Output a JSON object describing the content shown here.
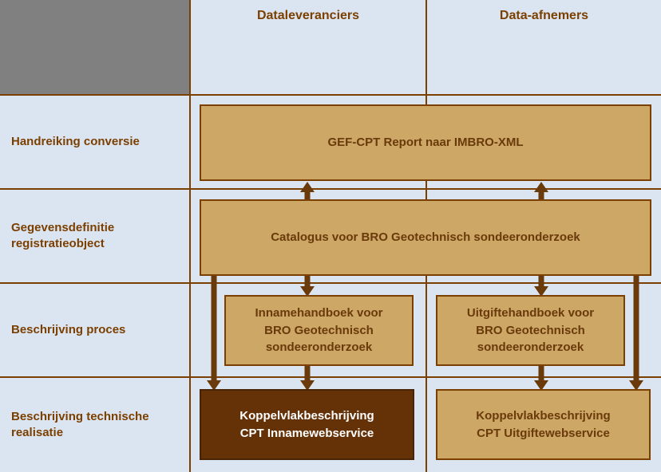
{
  "diagram": {
    "title_visible": false,
    "colors": {
      "cell_background": "#dbe5f1",
      "corner_background": "#808080",
      "grid_line": "#7b3f00",
      "box_fill": "#cca765",
      "box_border": "#7b3f00",
      "box_text": "#6a3a0b",
      "highlight_box_fill": "#653208",
      "highlight_box_text": "#ffffff",
      "arrow": "#6a3a0b"
    },
    "columns": [
      {
        "id": "rowlabel",
        "label": ""
      },
      {
        "id": "dataleveranciers",
        "label": "Dataleveranciers"
      },
      {
        "id": "data-afnemers",
        "label": "Data-afnemers"
      }
    ],
    "rows": [
      {
        "id": "header",
        "label": ""
      },
      {
        "id": "handreiking-conversie",
        "label": "Handreiking conversie"
      },
      {
        "id": "gegevensdefinitie",
        "label": "Gegevensdefinitie registratieobject"
      },
      {
        "id": "beschrijving-proces",
        "label": "Beschrijving proces"
      },
      {
        "id": "beschrijving-technische-realisatie",
        "label": "Beschrijving technische realisatie"
      }
    ],
    "boxes": [
      {
        "id": "gef-cpt-report",
        "label": "GEF-CPT Report naar IMBRO-XML",
        "row": "handreiking-conversie",
        "spans_columns": [
          "dataleveranciers",
          "data-afnemers"
        ],
        "highlighted": false
      },
      {
        "id": "catalogus-bro",
        "label": "Catalogus voor BRO Geotechnisch sondeeronderzoek",
        "row": "gegevensdefinitie",
        "spans_columns": [
          "dataleveranciers",
          "data-afnemers"
        ],
        "highlighted": false
      },
      {
        "id": "innamehandboek",
        "label": "Innamehandboek voor\nBRO Geotechnisch\nsondeeronderzoek",
        "row": "beschrijving-proces",
        "spans_columns": [
          "dataleveranciers"
        ],
        "highlighted": false
      },
      {
        "id": "uitgiftehandboek",
        "label": "Uitgiftehandboek voor\nBRO Geotechnisch\nsondeeronderzoek",
        "row": "beschrijving-proces",
        "spans_columns": [
          "data-afnemers"
        ],
        "highlighted": false
      },
      {
        "id": "koppelvlak-inname",
        "label": "Koppelvlakbeschrijving\nCPT Innamewebservice",
        "row": "beschrijving-technische-realisatie",
        "spans_columns": [
          "dataleveranciers"
        ],
        "highlighted": true
      },
      {
        "id": "koppelvlak-uitgifte",
        "label": "Koppelvlakbeschrijving\nCPT Uitgiftewebservice",
        "row": "beschrijving-technische-realisatie",
        "spans_columns": [
          "data-afnemers"
        ],
        "highlighted": false
      }
    ],
    "connectors": [
      {
        "id": "catalogus-to-gefcpt-left",
        "from": "catalogus-bro",
        "to": "gef-cpt-report",
        "direction": "up"
      },
      {
        "id": "catalogus-to-gefcpt-right",
        "from": "catalogus-bro",
        "to": "gef-cpt-report",
        "direction": "up"
      },
      {
        "id": "catalogus-to-innamehandboek",
        "from": "catalogus-bro",
        "to": "innamehandboek",
        "direction": "down"
      },
      {
        "id": "catalogus-to-uitgiftehandboek",
        "from": "catalogus-bro",
        "to": "uitgiftehandboek",
        "direction": "down"
      },
      {
        "id": "catalogus-to-koppelvlak-inname",
        "from": "catalogus-bro",
        "to": "koppelvlak-inname",
        "direction": "down"
      },
      {
        "id": "catalogus-to-koppelvlak-uitgifte",
        "from": "catalogus-bro",
        "to": "koppelvlak-uitgifte",
        "direction": "down"
      },
      {
        "id": "innamehandboek-to-koppelvlak",
        "from": "innamehandboek",
        "to": "koppelvlak-inname",
        "direction": "down"
      },
      {
        "id": "uitgiftehandboek-to-koppelvlak",
        "from": "uitgiftehandboek",
        "to": "koppelvlak-uitgifte",
        "direction": "down"
      }
    ]
  }
}
